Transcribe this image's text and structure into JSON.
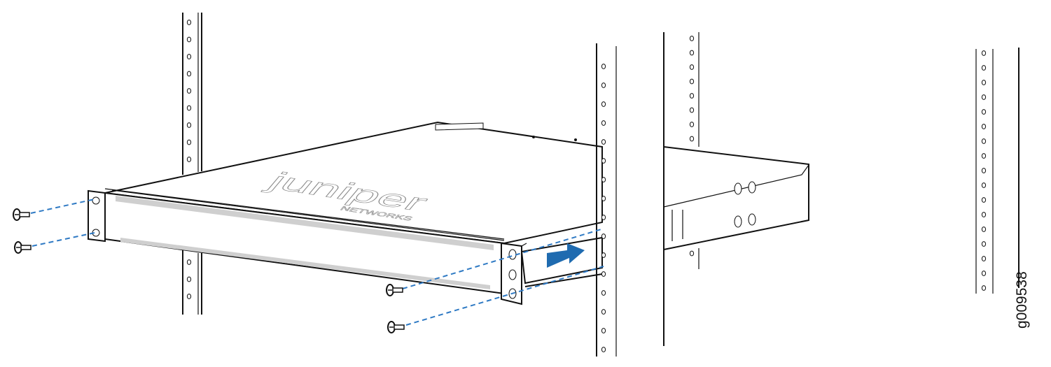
{
  "figure": {
    "id_label": "g009538",
    "logo_text": "juniper",
    "logo_subtext": "NETWORKS",
    "arrow_color": "#1f6bb0",
    "guide_line_color": "#2f7ac4"
  }
}
